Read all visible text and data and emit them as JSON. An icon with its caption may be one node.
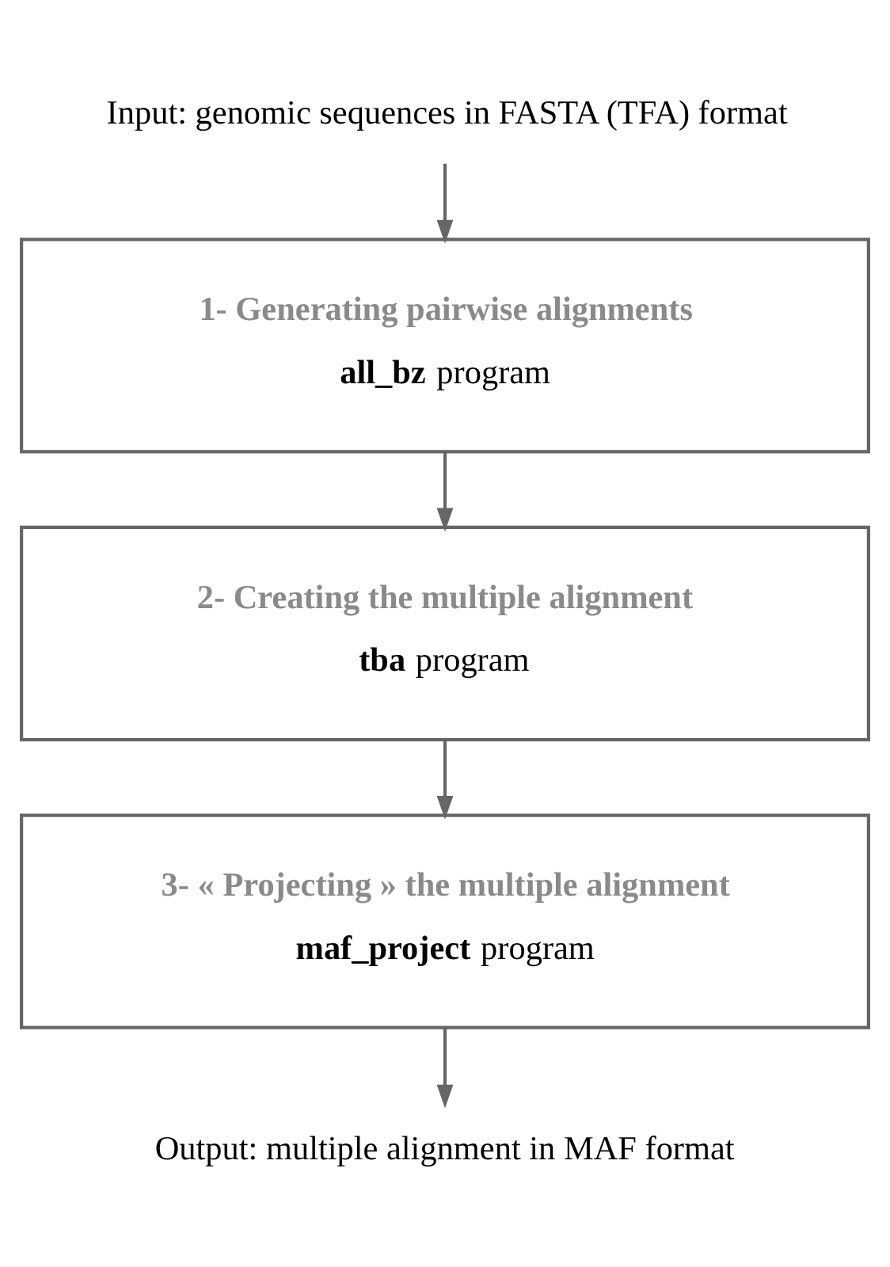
{
  "diagram": {
    "nodes": [
      {
        "text": [
          "Input: genomic sequences in FASTA (TFA) format"
        ]
      },
      {
        "text": [
          "1- Generating pairwise alignments",
          "**all_bz** program"
        ]
      },
      {
        "text": [
          "2- Creating the multiple alignment",
          "**tba** program"
        ]
      },
      {
        "text": [
          "3- « Projecting » the multiple alignment",
          "**maf_project** program"
        ]
      },
      {
        "text": [
          "Output: multiple alignment in MAF format"
        ]
      }
    ],
    "edges": [
      {
        "from": 0,
        "to": 1,
        "arrow": "to"
      },
      {
        "from": 1,
        "to": 2,
        "arrow": "to"
      },
      {
        "from": 2,
        "to": 3,
        "arrow": "to"
      },
      {
        "from": 3,
        "to": 4,
        "arrow": "to"
      }
    ]
  }
}
